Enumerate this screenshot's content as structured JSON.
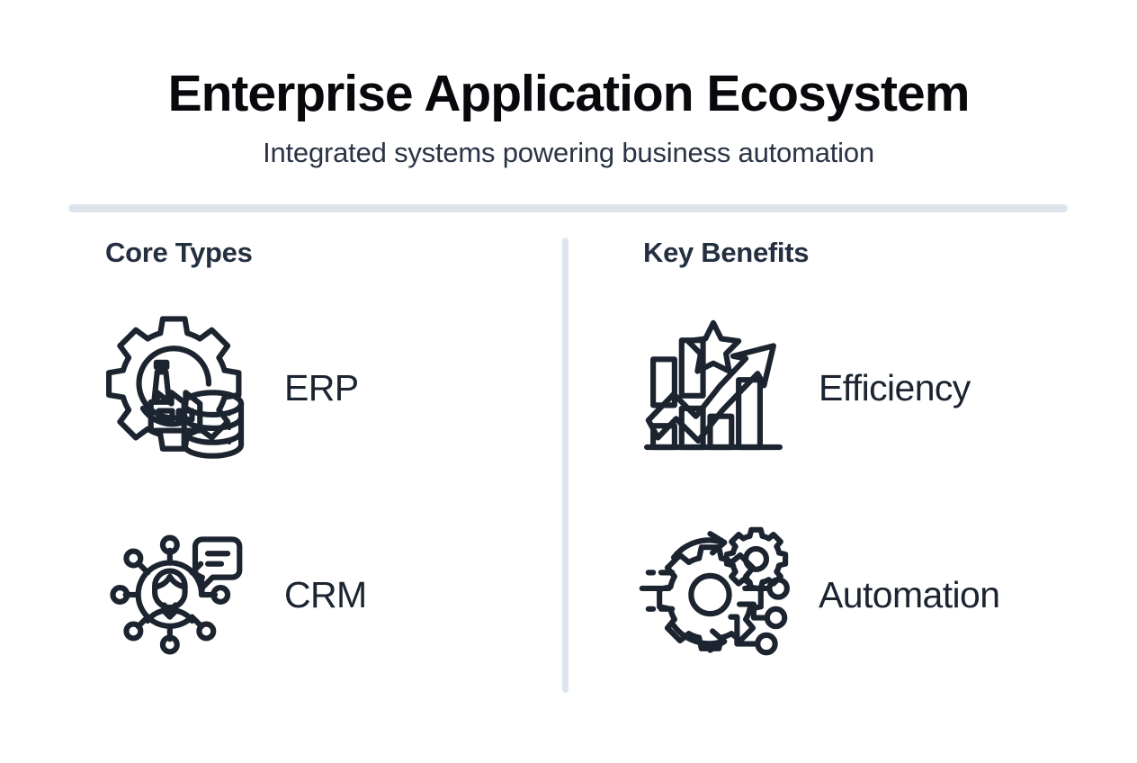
{
  "header": {
    "title": "Enterprise Application Ecosystem",
    "subtitle": "Integrated systems powering business automation"
  },
  "colors": {
    "title": "#07090c",
    "subtitle": "#2b3445",
    "heading": "#24303f",
    "label": "#1b2430",
    "icon_stroke": "#1c2430",
    "divider_horizontal": "#dfe5ed",
    "divider_vertical": "#dde5ee",
    "background": "#ffffff"
  },
  "columns": [
    {
      "id": "core-types",
      "heading": "Core Types",
      "items": [
        {
          "label": "ERP",
          "icon": "gear-factory-database-icon"
        },
        {
          "label": "CRM",
          "icon": "customer-network-chat-icon"
        }
      ]
    },
    {
      "id": "key-benefits",
      "heading": "Key Benefits",
      "items": [
        {
          "label": "Efficiency",
          "icon": "growth-chart-star-arrow-icon"
        },
        {
          "label": "Automation",
          "icon": "gears-circuit-arrows-icon"
        }
      ]
    }
  ]
}
